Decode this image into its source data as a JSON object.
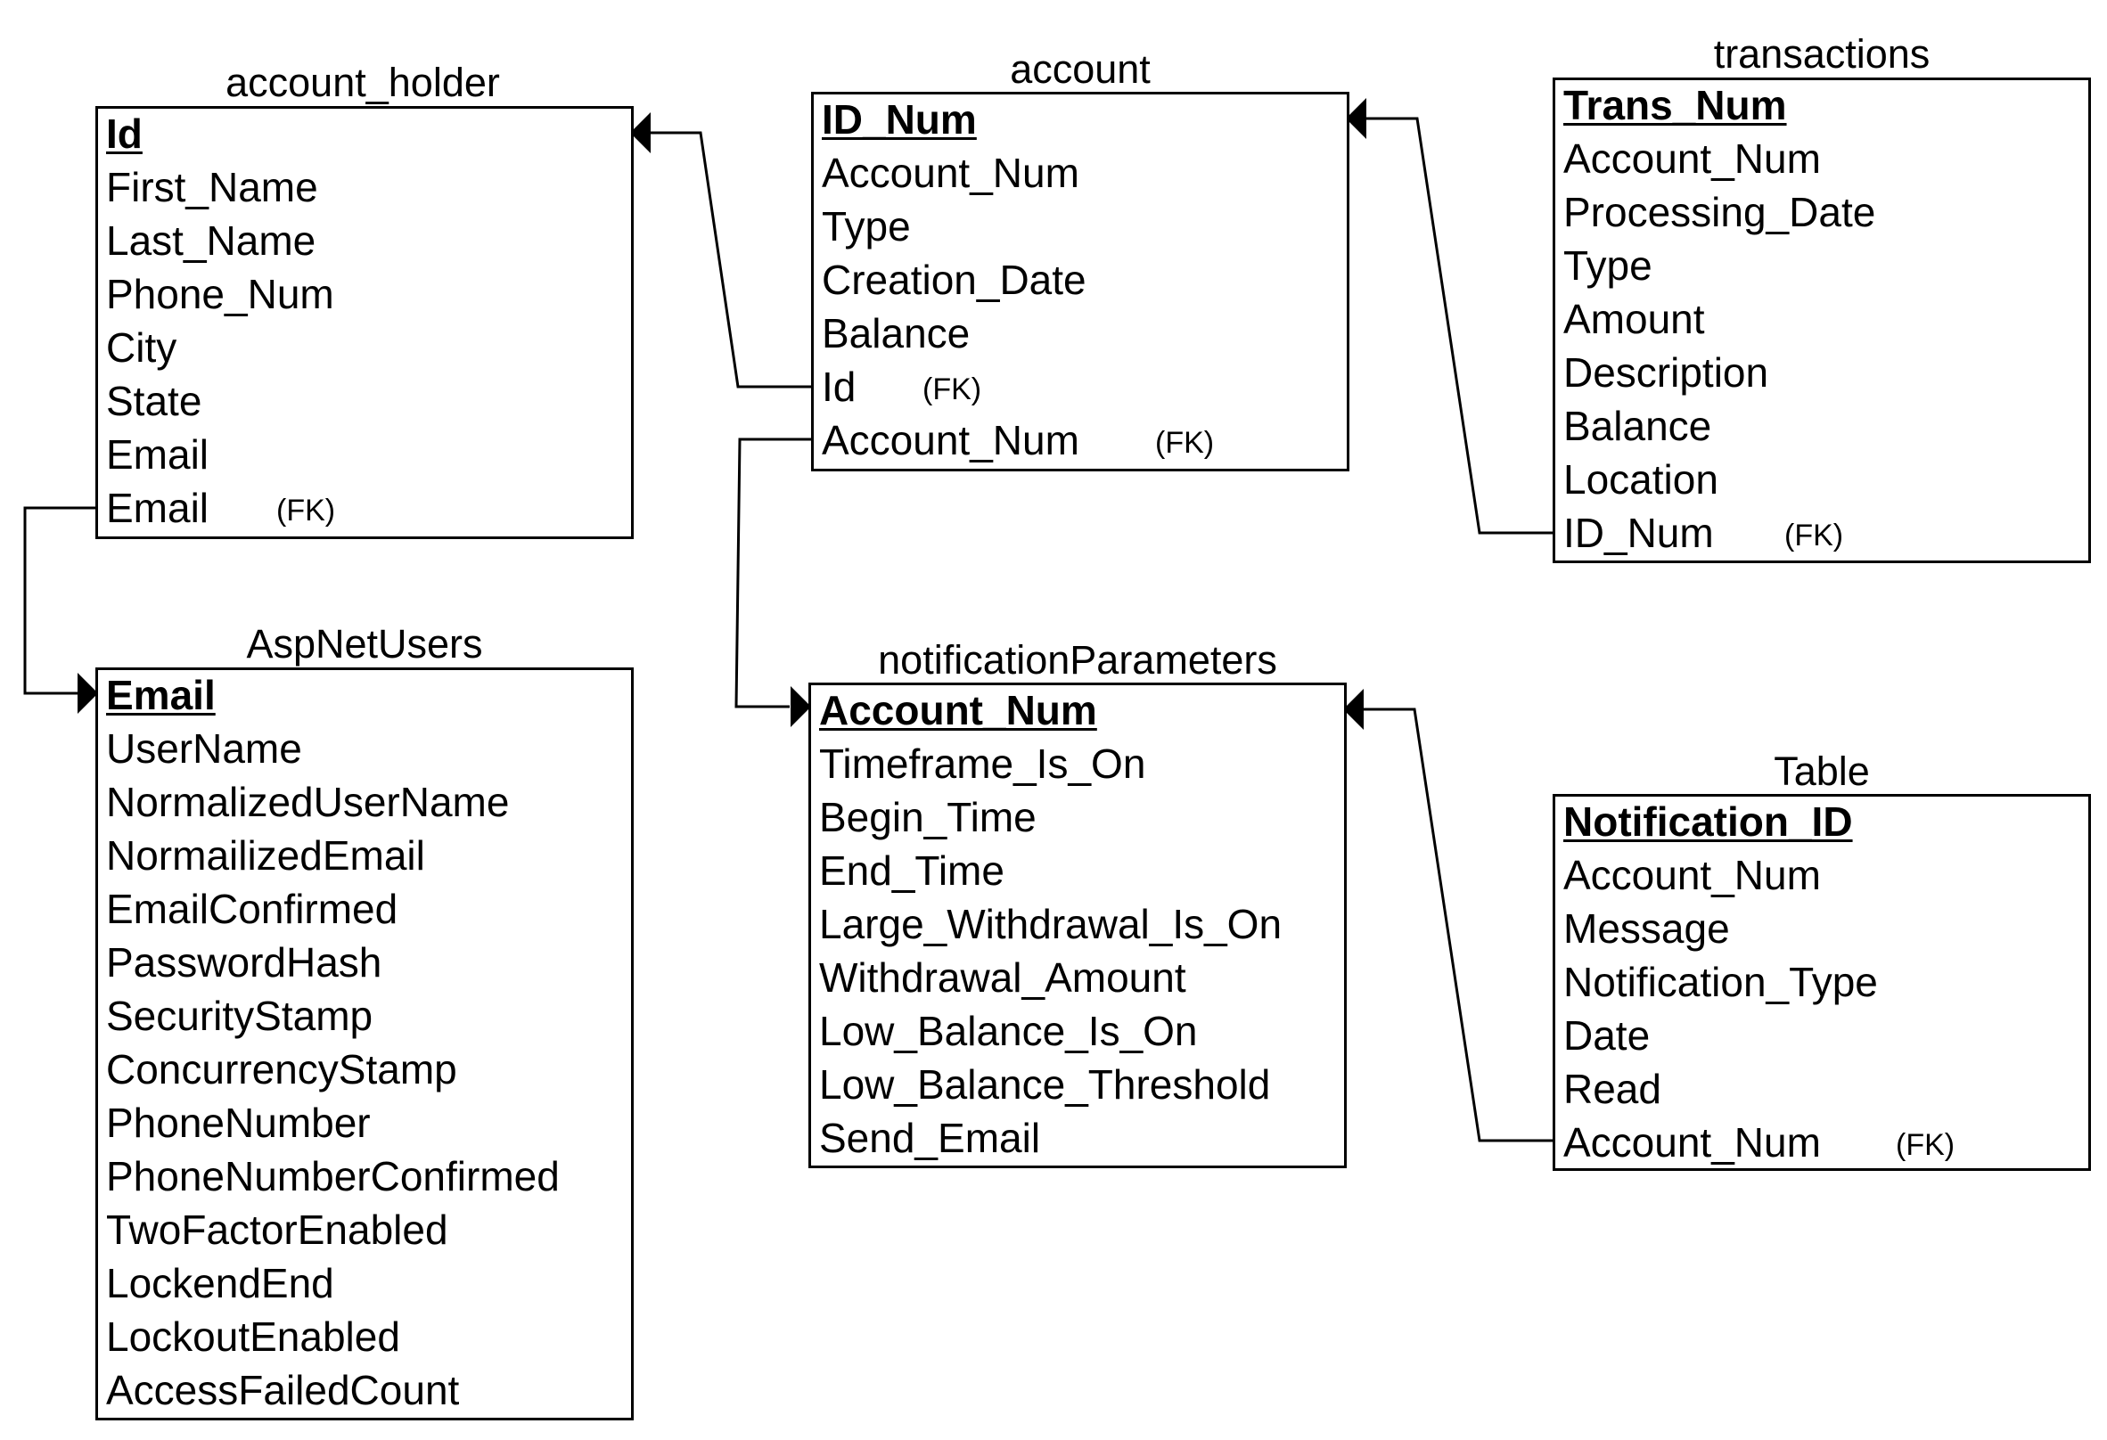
{
  "tables": {
    "account_holder": {
      "name": "account_holder",
      "primary_key": "Id",
      "fields": [
        "First_Name",
        "Last_Name",
        "Phone_Num",
        "City",
        "State",
        "Email"
      ],
      "foreign_key": {
        "field": "Email",
        "tag": "(FK)"
      }
    },
    "account": {
      "name": "account",
      "primary_key": "ID_Num",
      "fields": [
        "Account_Num",
        "Type",
        "Creation_Date",
        "Balance"
      ],
      "foreign_keys": [
        {
          "field": "Id",
          "tag": "(FK)"
        },
        {
          "field": "Account_Num",
          "tag": "(FK)"
        }
      ]
    },
    "transactions": {
      "name": "transactions",
      "primary_key": "Trans_Num",
      "fields": [
        "Account_Num",
        "Processing_Date",
        "Type",
        "Amount",
        "Description",
        "Balance",
        "Location"
      ],
      "foreign_key": {
        "field": "ID_Num",
        "tag": "(FK)"
      }
    },
    "aspnetusers": {
      "name": "AspNetUsers",
      "primary_key": "Email",
      "fields": [
        "UserName",
        "NormalizedUserName",
        "NormailizedEmail",
        "EmailConfirmed",
        "PasswordHash",
        "SecurityStamp",
        "ConcurrencyStamp",
        "PhoneNumber",
        "PhoneNumberConfirmed",
        "TwoFactorEnabled",
        "LockendEnd",
        "LockoutEnabled",
        "AccessFailedCount"
      ]
    },
    "notification_parameters": {
      "name": "notificationParameters",
      "primary_key": "Account_Num",
      "fields": [
        "Timeframe_Is_On",
        "Begin_Time",
        "End_Time",
        "Large_Withdrawal_Is_On",
        "Withdrawal_Amount",
        "Low_Balance_Is_On",
        "Low_Balance_Threshold",
        "Send_Email"
      ]
    },
    "notification_table": {
      "name": "Table",
      "primary_key": "Notification_ID",
      "fields": [
        "Account_Num",
        "Message",
        "Notification_Type",
        "Date",
        "Read"
      ],
      "foreign_key": {
        "field": "Account_Num",
        "tag": "(FK)"
      }
    }
  },
  "relationships": [
    {
      "from": "account.Id",
      "to": "account_holder.Id"
    },
    {
      "from": "transactions.ID_Num",
      "to": "account.ID_Num"
    },
    {
      "from": "account_holder.Email",
      "to": "AspNetUsers.Email"
    },
    {
      "from": "account.Account_Num",
      "to": "notificationParameters.Account_Num"
    },
    {
      "from": "Table.Account_Num",
      "to": "notificationParameters.Account_Num"
    }
  ]
}
